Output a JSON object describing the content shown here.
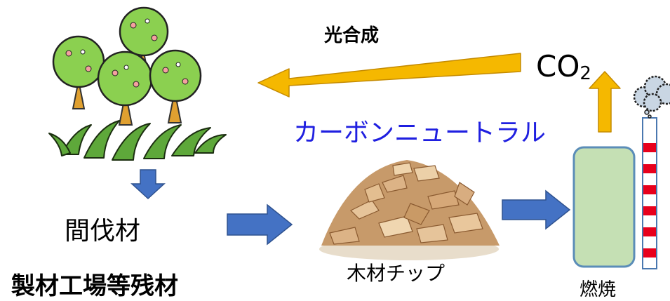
{
  "labels": {
    "photosynthesis": "光合成",
    "co2": "CO",
    "co2_subscript": "2",
    "carbon_neutral": "カーボンニュートラル",
    "thinned_wood": "間伐材",
    "mill_residue": "製材工場等残材",
    "wood_chips": "木材チップ",
    "combustion": "燃焼"
  },
  "icons": [
    "forest-illustration",
    "wood-chips-illustration",
    "boiler-furnace",
    "chimney",
    "smoke-cloud"
  ],
  "colors": {
    "photosynthesis_arrow": "#f5b800",
    "co2_arrow": "#f5b800",
    "flow_arrow": "#4472c4",
    "carbon_neutral_text": "#1f1fe0",
    "boiler_fill": "#c5e0b4",
    "boiler_stroke": "#5b8db8",
    "chimney_stripe": "#e8001c",
    "smoke": "#c9d6e3",
    "leaf": "#8bd050",
    "trunk": "#e0a030"
  }
}
